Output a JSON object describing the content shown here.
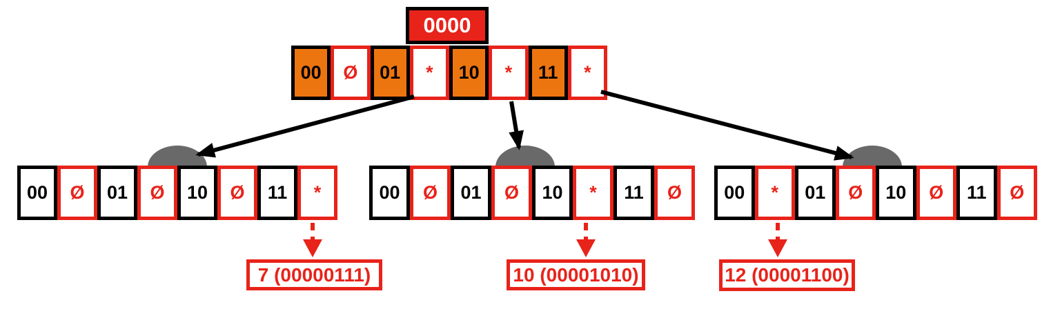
{
  "diagram": {
    "kind": "bitwise-trie-with-bitmap",
    "colors": {
      "red": "#E8231A",
      "orange": "#ED7510",
      "black": "#000000",
      "gray": "#696969",
      "white": "#FFFFFF"
    }
  },
  "root": {
    "label": "0000"
  },
  "top_node": {
    "cells": [
      {
        "label": "00",
        "type": "key"
      },
      {
        "label": "Ø",
        "type": "null-slot"
      },
      {
        "label": "01",
        "type": "key"
      },
      {
        "label": "*",
        "type": "pointer-slot"
      },
      {
        "label": "10",
        "type": "key"
      },
      {
        "label": "*",
        "type": "pointer-slot"
      },
      {
        "label": "11",
        "type": "key"
      },
      {
        "label": "*",
        "type": "pointer-slot"
      }
    ]
  },
  "children": [
    {
      "cells": [
        {
          "label": "00",
          "type": "key"
        },
        {
          "label": "Ø",
          "type": "null-slot"
        },
        {
          "label": "01",
          "type": "key"
        },
        {
          "label": "Ø",
          "type": "null-slot"
        },
        {
          "label": "10",
          "type": "key"
        },
        {
          "label": "Ø",
          "type": "null-slot"
        },
        {
          "label": "11",
          "type": "key"
        },
        {
          "label": "*",
          "type": "pointer-slot"
        }
      ],
      "leaf": {
        "label": "7 (00000111)"
      }
    },
    {
      "cells": [
        {
          "label": "00",
          "type": "key"
        },
        {
          "label": "Ø",
          "type": "null-slot"
        },
        {
          "label": "01",
          "type": "key"
        },
        {
          "label": "Ø",
          "type": "null-slot"
        },
        {
          "label": "10",
          "type": "key"
        },
        {
          "label": "*",
          "type": "pointer-slot"
        },
        {
          "label": "11",
          "type": "key"
        },
        {
          "label": "Ø",
          "type": "null-slot"
        }
      ],
      "leaf": {
        "label": "10 (00001010)"
      }
    },
    {
      "cells": [
        {
          "label": "00",
          "type": "key"
        },
        {
          "label": "*",
          "type": "pointer-slot"
        },
        {
          "label": "01",
          "type": "key"
        },
        {
          "label": "Ø",
          "type": "null-slot"
        },
        {
          "label": "10",
          "type": "key"
        },
        {
          "label": "Ø",
          "type": "null-slot"
        },
        {
          "label": "11",
          "type": "key"
        },
        {
          "label": "Ø",
          "type": "null-slot"
        }
      ],
      "leaf": {
        "label": "12 (00001100)"
      }
    }
  ]
}
